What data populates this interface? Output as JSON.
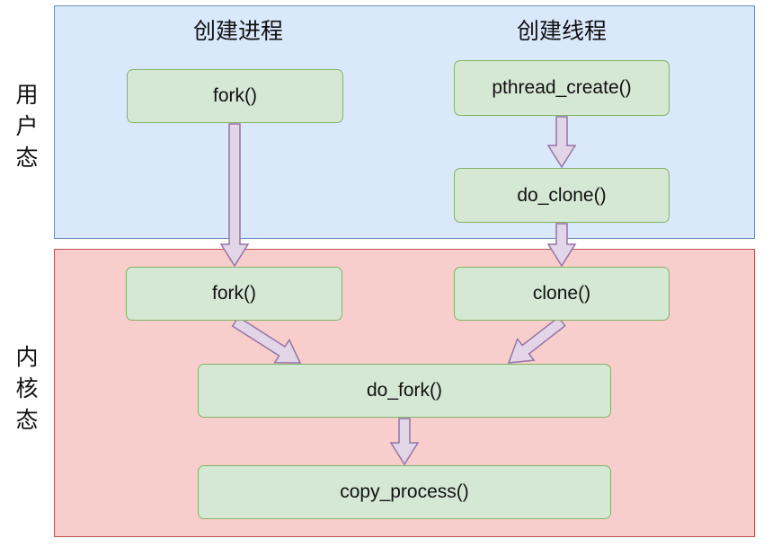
{
  "colors": {
    "user_fill": "#dae8fc",
    "user_stroke": "#6c8ebf",
    "kernel_fill": "#f8cecc",
    "kernel_stroke": "#b85450",
    "node_fill": "#d5e8d4",
    "node_stroke": "#82b366",
    "arrow_fill": "#e1d5e7",
    "arrow_stroke": "#9673a6"
  },
  "regions": {
    "user": {
      "label": [
        "用",
        "户",
        "态"
      ]
    },
    "kernel": {
      "label": [
        "内",
        "核",
        "态"
      ]
    }
  },
  "columns": {
    "process_heading": "创建进程",
    "thread_heading": "创建线程"
  },
  "nodes": {
    "user_fork": "fork()",
    "pthread_create": "pthread_create()",
    "do_clone": "do_clone()",
    "kernel_fork": "fork()",
    "clone": "clone()",
    "do_fork": "do_fork()",
    "copy_process": "copy_process()"
  },
  "edges": [
    {
      "from": "user_fork",
      "to": "kernel_fork"
    },
    {
      "from": "pthread_create",
      "to": "do_clone"
    },
    {
      "from": "do_clone",
      "to": "clone"
    },
    {
      "from": "kernel_fork",
      "to": "do_fork"
    },
    {
      "from": "clone",
      "to": "do_fork"
    },
    {
      "from": "do_fork",
      "to": "copy_process"
    }
  ]
}
